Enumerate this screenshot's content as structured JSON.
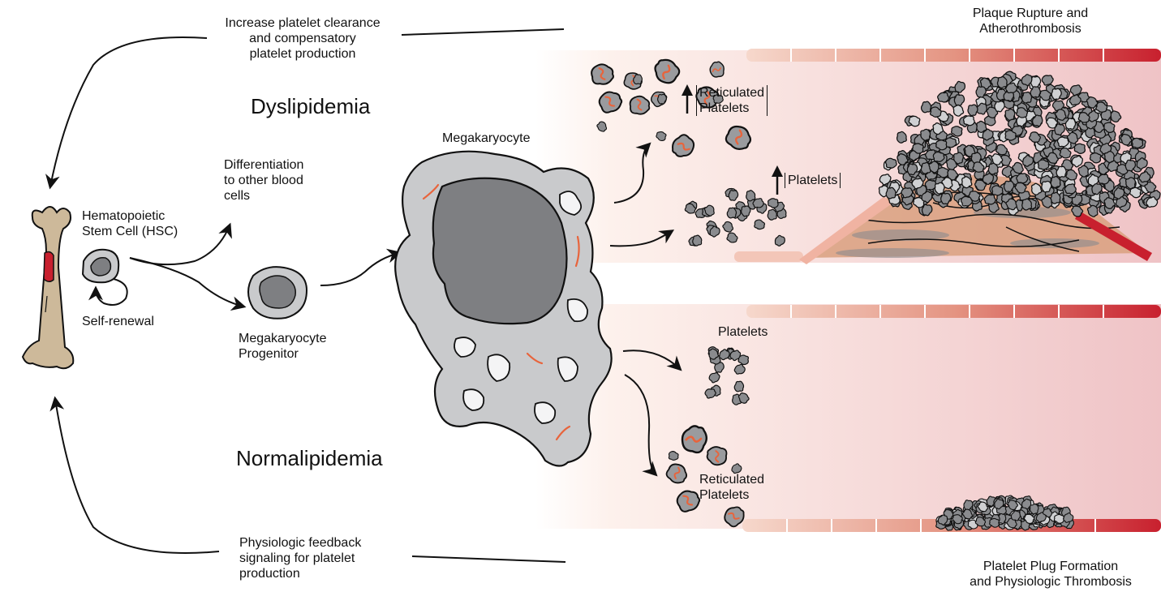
{
  "labels": {
    "top_feedback": [
      "Increase platelet clearance",
      "and compensatory",
      "platelet production"
    ],
    "plaque_title": [
      "Plaque Rupture and",
      "Atherothrombosis"
    ],
    "dyslipidemia": "Dyslipidemia",
    "normalipidemia": "Normalipidemia",
    "differentiation": [
      "Differentiation",
      "to other blood",
      "cells"
    ],
    "hsc": [
      "Hematopoietic",
      "Stem Cell (HSC)"
    ],
    "self_renewal": "Self-renewal",
    "megakaryocyte": "Megakaryocyte",
    "progenitor": [
      "Megakaryocyte",
      "Progenitor"
    ],
    "reticulated_top": [
      "Reticulated",
      "Platelets"
    ],
    "platelets_top": "Platelets",
    "platelets_bottom": "Platelets",
    "reticulated_bottom": [
      "Reticulated",
      "Platelets"
    ],
    "bottom_feedback": [
      "Physiologic feedback",
      "signaling for platelet",
      "production"
    ],
    "plug_title": [
      "Platelet Plug Formation",
      "and Physiologic Thrombosis"
    ]
  },
  "colors": {
    "bone": "#cdb99a",
    "marrow": "#c8202e",
    "cell_gray": "#c9cacc",
    "nucleus_gray": "#7e7f82",
    "rna_orange": "#e8643c",
    "vessel_red": "#c8202e",
    "vessel_light": "#f3c6b8",
    "lumen_tint": "#f1c7c9",
    "plaque": "#d9a07f"
  },
  "icons": [
    "bone-icon",
    "hsc-cell-icon",
    "progenitor-cell-icon",
    "megakaryocyte-icon",
    "platelet-icon",
    "reticulated-platelet-icon",
    "up-arrow-icon"
  ]
}
